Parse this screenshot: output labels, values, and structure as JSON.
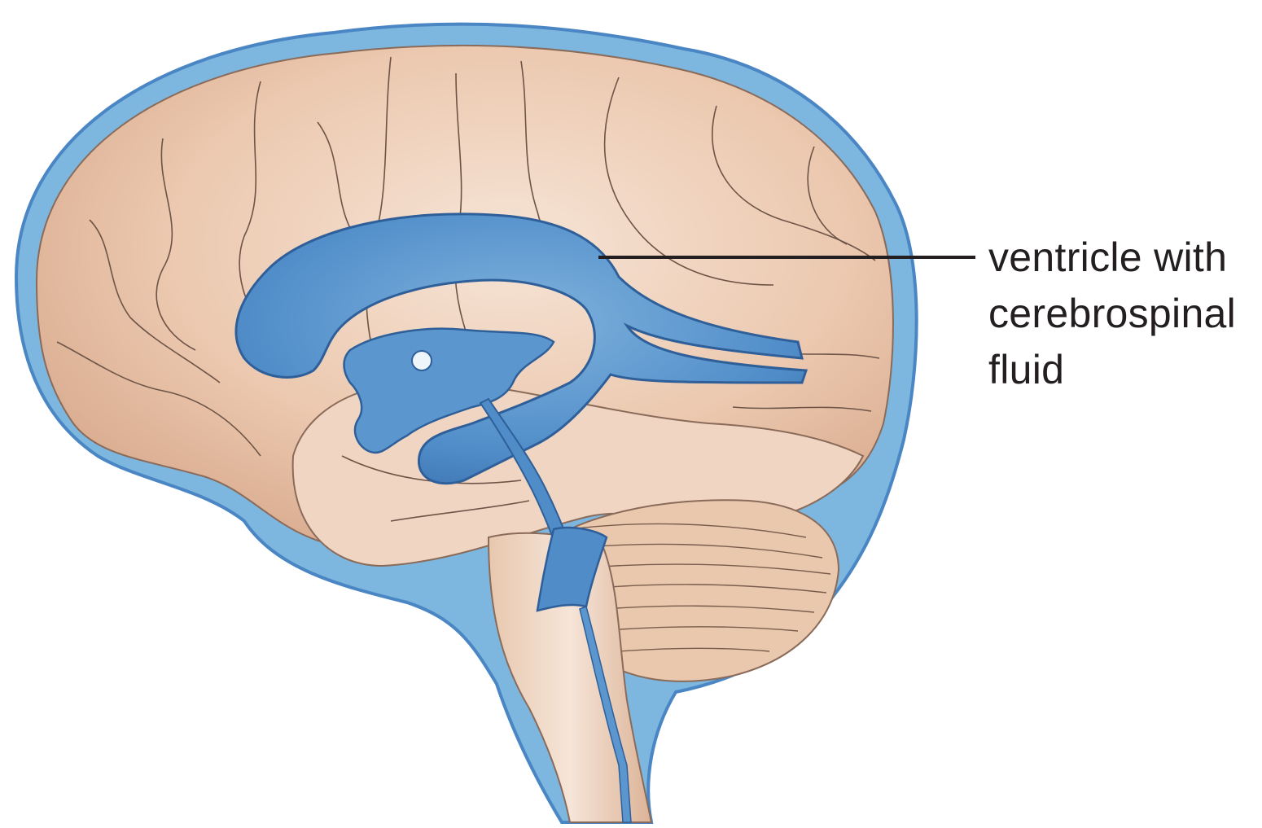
{
  "callout": {
    "lines": [
      "ventricle with",
      "cerebrospinal",
      "fluid"
    ]
  },
  "colors": {
    "brain_tissue": "#efd2bc",
    "brain_shading": "#d9ad90",
    "csf_blue": "#6da6d3",
    "ventricle_blue": "#4a86c4",
    "ventricle_dark": "#3a6fae",
    "leader_line": "#231f20"
  }
}
